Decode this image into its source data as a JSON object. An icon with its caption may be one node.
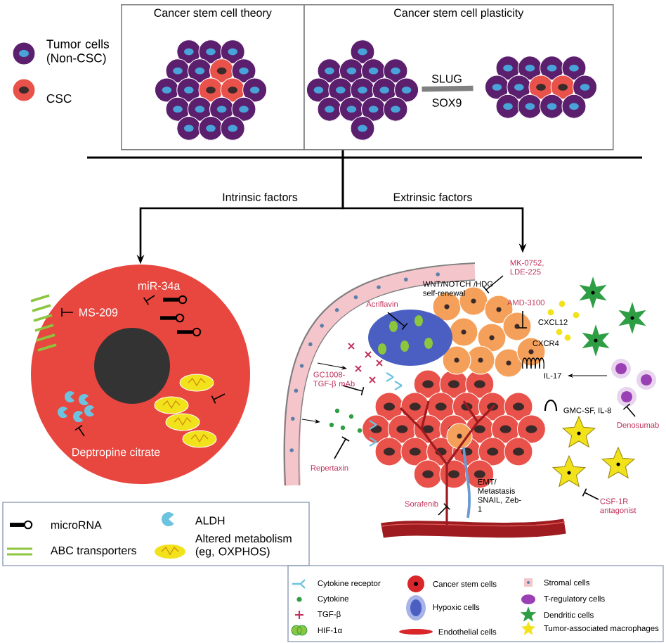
{
  "diagram": {
    "nodes": [
      {
        "text": [
          "Cancer stem cell theory"
        ]
      },
      {
        "text": [
          "Cancer stem cell plasticity"
        ]
      },
      {
        "text": [],
        "shape": "picture",
        "in": 0
      },
      {
        "text": [],
        "shape": "picture",
        "in": 1
      },
      {
        "text": [],
        "shape": "picture",
        "in": 1
      },
      {
        "text": [],
        "shape": "circle"
      },
      {
        "text": [],
        "shape": "picture"
      }
    ],
    "edges": [
      {
        "from": 3,
        "to": 4,
        "arrow": "none",
        "label": "SLUG",
        "style": "thick",
        "color": "#808080"
      },
      {
        "from": 1,
        "to": 5,
        "arrow": "to",
        "label": "Intrinsic factors"
      },
      {
        "from": 1,
        "to": 6,
        "arrow": "to",
        "label": "Extrinsic factors"
      }
    ],
    "labels": [
      "SOX9",
      "miR-34a",
      "MS-209",
      "Deptropine citrate",
      "MK-0752, LDE-225",
      "WNT/NOTCH /HDG self-renewal",
      "Acriflavin",
      "AMD-3100",
      "CXCL12",
      "CXCR4",
      "IL-17",
      "Denosumab",
      "GC1008-TGF-β mAb",
      "Repertaxin",
      "GMC-SF, IL-8",
      "Sorafenib",
      "EMT/ Metastasis SNAIL, Zeb-1",
      "CSF-1R antagonist"
    ],
    "legend": [
      {
        "text": "Tumor cells (Non-CSC)"
      },
      {
        "text": "CSC"
      },
      {
        "text": "microRNA"
      },
      {
        "text": "ALDH"
      },
      {
        "text": "ABC transporters"
      },
      {
        "text": "Altered metabolism (eg, OXPHOS)"
      },
      {
        "text": "Cytokine receptor"
      },
      {
        "text": "Cytokine"
      },
      {
        "text": "TGF-β"
      },
      {
        "text": "HIF-1α"
      },
      {
        "text": "Cancer stem cells"
      },
      {
        "text": "Hypoxic cells"
      },
      {
        "text": "Endothelial cells"
      },
      {
        "text": "Stromal cells"
      },
      {
        "text": "T-regulatory cells"
      },
      {
        "text": "Dendritic cells"
      },
      {
        "text": "Tumor-associated macrophages"
      }
    ]
  }
}
